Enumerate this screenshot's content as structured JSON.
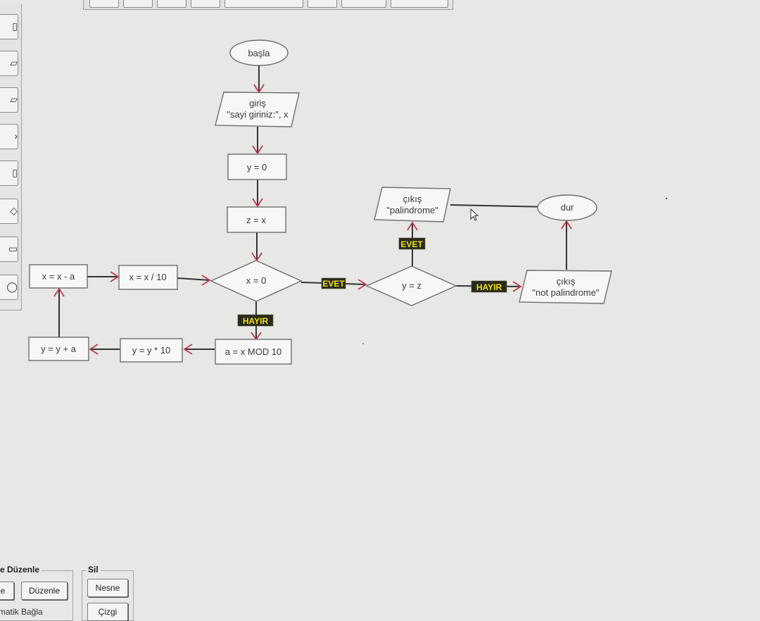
{
  "flowchart": {
    "start": "başla",
    "input_line1": "giriş",
    "input_line2": "\"sayi giriniz:\", x",
    "assign_y": "y = 0",
    "assign_z": "z = x",
    "decision_x": "x = 0",
    "mod_step": "a = x MOD 10",
    "mul_step": "y = y * 10",
    "add_step": "y = y + a",
    "sub_step": "x = x - a",
    "div_step": "x = x / 10",
    "decision_yz": "y = z",
    "output_pal_line1": "çıkış",
    "output_pal_line2": "\"palindrome\"",
    "output_not_line1": "çıkış",
    "output_not_line2": "\"not palindrome\"",
    "end": "dur",
    "tag_yes": "EVET",
    "tag_no": "HAYIR"
  },
  "bottom_panel": {
    "group_edit_title": "e Düzenle",
    "edit_button_partial": "e",
    "edit_button": "Düzenle",
    "group_delete_title": "Sil",
    "delete_object_button": "Nesne",
    "delete_line_button": "Çizgi",
    "partial_text": "matik Bağla"
  }
}
